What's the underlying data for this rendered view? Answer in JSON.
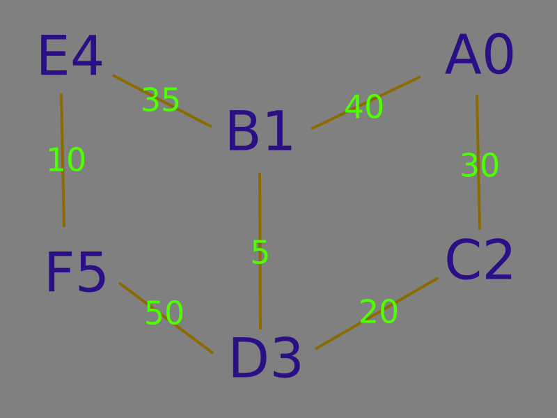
{
  "graph": {
    "colors": {
      "background": "#808080",
      "node_text": "#2b0f86",
      "edge_line": "#8b6b00",
      "edge_weight": "#4dff00"
    },
    "nodes": [
      {
        "id": "A0",
        "label": "A0"
      },
      {
        "id": "B1",
        "label": "B1"
      },
      {
        "id": "C2",
        "label": "C2"
      },
      {
        "id": "D3",
        "label": "D3"
      },
      {
        "id": "E4",
        "label": "E4"
      },
      {
        "id": "F5",
        "label": "F5"
      }
    ],
    "edges": [
      {
        "from": "E4",
        "to": "B1",
        "weight": "35"
      },
      {
        "from": "B1",
        "to": "A0",
        "weight": "40"
      },
      {
        "from": "E4",
        "to": "F5",
        "weight": "10"
      },
      {
        "from": "A0",
        "to": "C2",
        "weight": "30"
      },
      {
        "from": "B1",
        "to": "D3",
        "weight": "5"
      },
      {
        "from": "F5",
        "to": "D3",
        "weight": "50"
      },
      {
        "from": "D3",
        "to": "C2",
        "weight": "20"
      }
    ]
  }
}
